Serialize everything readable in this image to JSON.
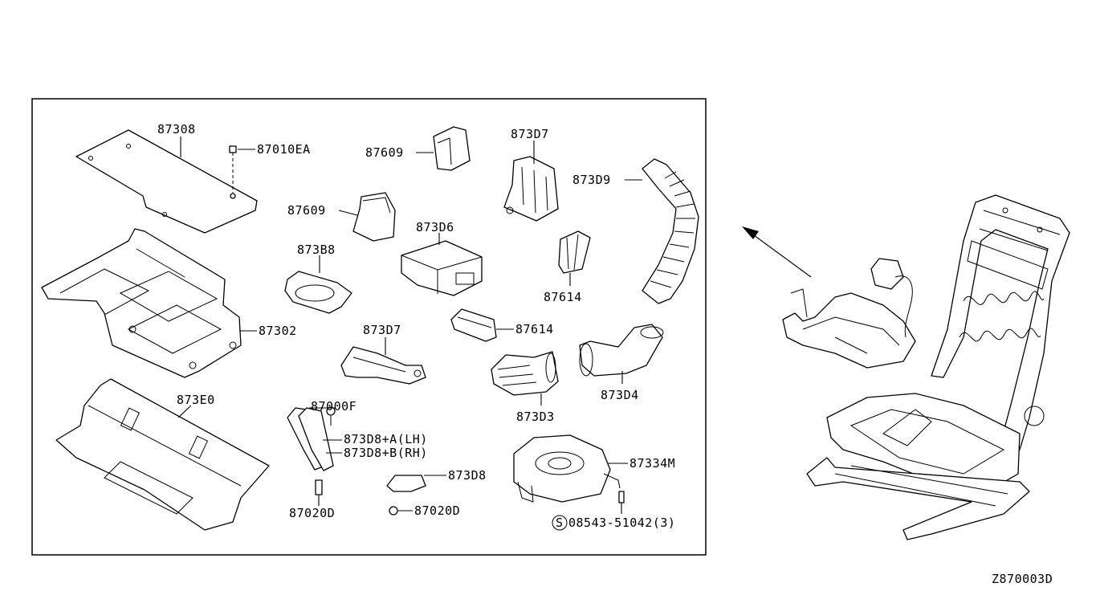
{
  "diagram_id": "Z870003D",
  "callouts": {
    "c_87308": "87308",
    "c_87010EA": "87010EA",
    "c_87609_a": "87609",
    "c_87609_b": "87609",
    "c_873D7_a": "873D7",
    "c_873D9": "873D9",
    "c_873D6": "873D6",
    "c_873B8": "873B8",
    "c_87614_a": "87614",
    "c_87614_b": "87614",
    "c_87302": "87302",
    "c_873D7_b": "873D7",
    "c_873D4": "873D4",
    "c_873E0": "873E0",
    "c_87000F": "87000F",
    "c_873D8_LH": "873D8+A(LH)",
    "c_873D8_RH": "873D8+B(RH)",
    "c_873D3": "873D3",
    "c_87334M": "87334M",
    "c_873D8": "873D8",
    "c_87020D_a": "87020D",
    "c_87020D_b": "87020D",
    "c_08543": "08543-51042(3)",
    "s_symbol": "S"
  },
  "icons": [
    "direction-arrow-icon",
    "screw-s-icon"
  ]
}
